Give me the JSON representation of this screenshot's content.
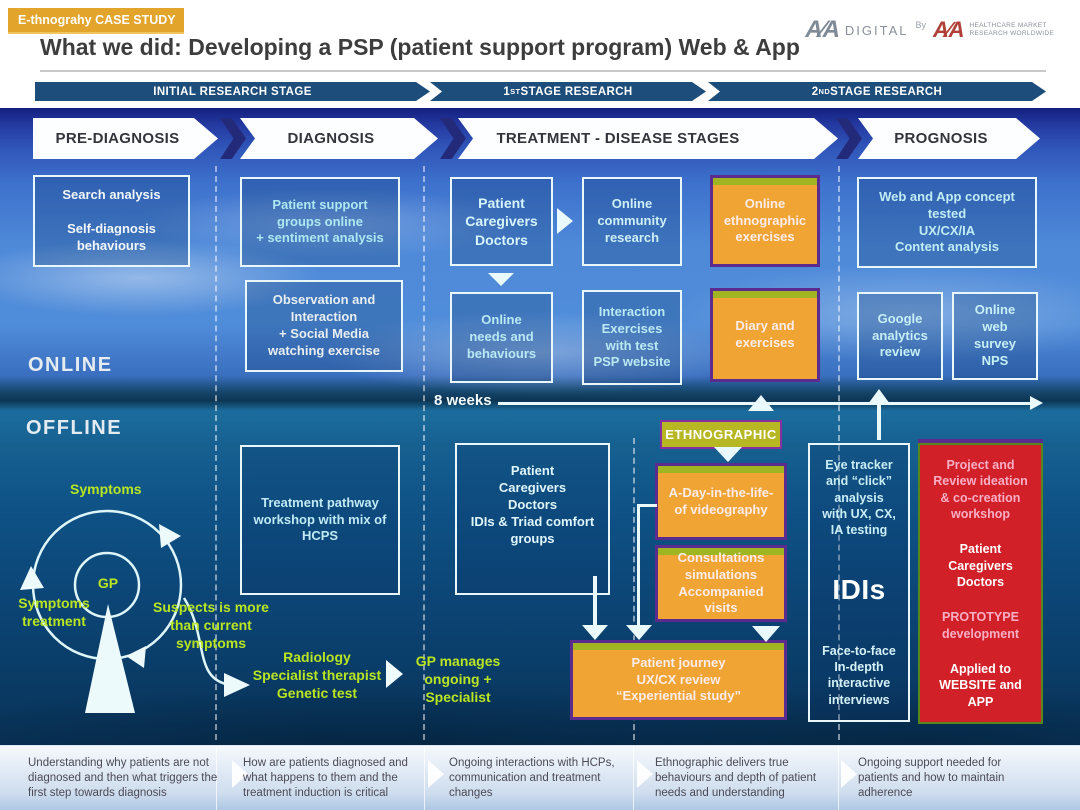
{
  "badge": "E-thnograhy CASE STUDY",
  "header": {
    "title": "What we did: Developing a PSP (patient support program) Web & App",
    "logo": {
      "mark1": "A∕A",
      "digital": "DIGITAL",
      "by": "By",
      "mark2": "A∕A",
      "tagline1": "HEALTHCARE MARKET",
      "tagline2": "RESEARCH WORLDWIDE"
    }
  },
  "stage_bar": [
    {
      "pre": "INITIAL RESEARCH STAGE",
      "sup": "",
      "post": ""
    },
    {
      "pre": "1",
      "sup": "ST",
      "post": " STAGE RESEARCH"
    },
    {
      "pre": "2",
      "sup": "ND",
      "post": " STAGE RESEARCH"
    }
  ],
  "phases": {
    "p1": "PRE-DIAGNOSIS",
    "p2": "DIAGNOSIS",
    "p3": "TREATMENT - DISEASE STAGES",
    "p4": "PROGNOSIS"
  },
  "labels": {
    "online": "ONLINE",
    "offline": "OFFLINE",
    "weeks": "8 weeks",
    "ethnographic": "ETHNOGRAPHIC"
  },
  "online": {
    "search": "Search analysis\n\nSelf-diagnosis\nbehaviours",
    "support_groups": "Patient support\ngroups online\n+ sentiment analysis",
    "observation": "Observation and\nInteraction\n+  Social Media\nwatching exercise",
    "pcd": "Patient\nCaregivers\nDoctors",
    "community": "Online\ncommunity\nresearch",
    "ethno_exercises": "Online\nethnographic\nexercises",
    "web_app": "Web and App concept\ntested\nUX/CX/IA\nContent analysis",
    "needs": "Online\nneeds and\nbehaviours",
    "interaction": "Interaction\nExercises\nwith test\nPSP website",
    "diary": "Diary and\nexercises",
    "google": "Google\nanalytics\nreview",
    "survey": "Online\nweb\nsurvey\nNPS"
  },
  "offline": {
    "pathway": "Treatment pathway\nworkshop with mix of\nHCPS",
    "idis_triad": "Patient\nCaregivers\nDoctors\nIDIs & Triad comfort\ngroups",
    "day_in_life": "A-Day-in-the-life-\nof videography",
    "consultations": "Consultations\nsimulations\nAccompanied\nvisits",
    "journey": "Patient journey\nUX/CX review\n“Experiential study”",
    "eye_tracker": {
      "top": "Eye tracker\nand “click”\nanalysis\nwith UX, CX,\nIA testing",
      "idis": "IDIs",
      "bottom": "Face-to-face\nIn-depth\ninteractive\ninterviews"
    },
    "project": {
      "top": "Project and\nReview ideation\n& co-creation\nworkshop",
      "people": "Patient\nCaregivers\nDoctors",
      "prototype": "PROTOTYPE\ndevelopment",
      "applied": "Applied to\nWEBSITE and\nAPP"
    }
  },
  "cycle": {
    "symptoms": "Symptoms",
    "gp": "GP",
    "symptoms_treatment": "Symptoms\ntreatment",
    "suspects": "Suspects is more\nthan current\nsymptoms",
    "radiology": "Radiology\nSpecialist therapist\nGenetic test",
    "gp_manages": "GP manages\nongoing +\nSpecialist"
  },
  "footer": {
    "f1": "Understanding why patients are not diagnosed and then what triggers the first step towards diagnosis",
    "f2": "How are patients diagnosed and what happens to them and the treatment induction is critical",
    "f3": "Ongoing interactions with HCPs, communication and treatment changes",
    "f4": "Ethnographic delivers true behaviours and depth of patient needs and understanding",
    "f5": "Ongoing support needed for patients and how to maintain adherence"
  },
  "colors": {
    "gold_badge": "#e2a42a",
    "navy_stage": "#1d4d7a",
    "amber_box": "#f0a434",
    "lime_strip": "#9fb622",
    "purple_border": "#5c2b8e",
    "red_box": "#d22028",
    "olive_ethno": "#b6b722",
    "chartreuse_text": "#b9e620"
  }
}
